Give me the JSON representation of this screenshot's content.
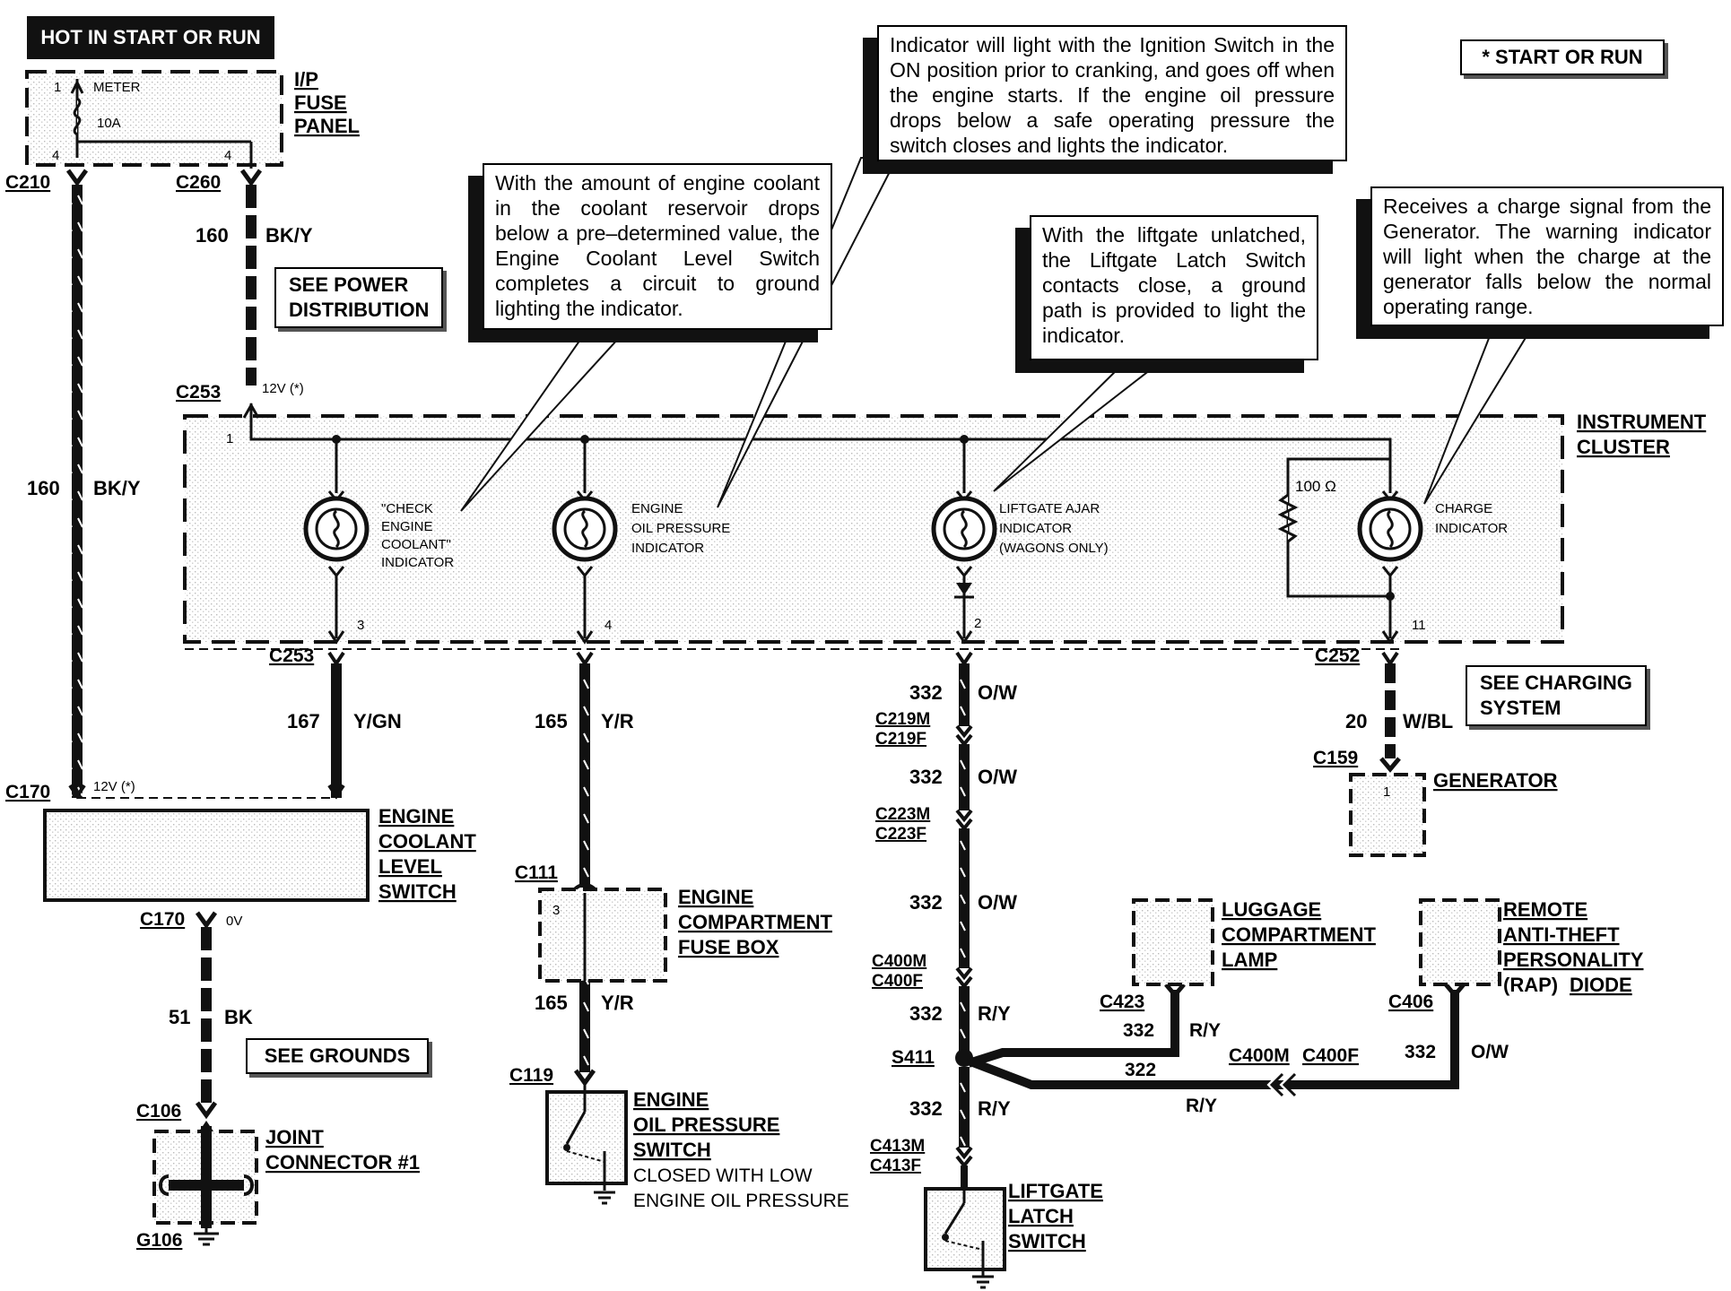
{
  "header_tag": "HOT IN START OR RUN",
  "legend": "*   START OR RUN",
  "notes": {
    "oil": "Indicator will light with the Ignition Switch in the ON position prior to cranking, and goes off when the engine starts.  If the engine oil pressure drops below a safe operating pressure the switch closes and lights the indicator.",
    "coolant": "With the amount of engine coolant in the coolant reservoir drops below a pre–determined value, the Engine Coolant Level Switch completes a circuit to ground lighting the indicator.",
    "liftgate": "With the liftgate unlatched, the Liftgate Latch Switch contacts close, a ground path is provided to light the indicator.",
    "charge": "Receives a charge signal from the Generator.  The warning indicator will light when the charge at the generator falls below the normal operating range."
  },
  "refs": {
    "power": [
      "SEE POWER",
      "DISTRIBUTION"
    ],
    "charging": [
      "SEE CHARGING",
      "SYSTEM"
    ],
    "grounds": "SEE GROUNDS"
  },
  "fuse_panel": {
    "label": [
      "I/P",
      "FUSE",
      "PANEL"
    ],
    "pin_in": "1",
    "meter": "METER",
    "amps": "10A",
    "pin_a": "4",
    "pin_b": "4"
  },
  "connectors": {
    "c210": "C210",
    "c260": "C260",
    "c253_top": "C253",
    "c253_bot": "C253",
    "c252": "C252",
    "c159": "C159",
    "c170_top": "C170",
    "c170_bot": "C170",
    "c106": "C106",
    "g106": "G106",
    "c111": "C111",
    "c119": "C119",
    "c219m": "C219M",
    "c219f": "C219F",
    "c223m": "C223M",
    "c223f": "C223F",
    "c400m": "C400M",
    "c400f": "C400F",
    "s411": "S411",
    "c413m": "C413M",
    "c413f": "C413F",
    "c423": "C423",
    "c406": "C406",
    "c400m_b": "C400M",
    "c400f_b": "C400F"
  },
  "voltages": {
    "c253": "12V (*)",
    "c170": "12V (*)",
    "gnd": "0V"
  },
  "wires": {
    "w160_top_num": "160",
    "w160_top_col": "BK/Y",
    "w160_left_num": "160",
    "w160_left_col": "BK/Y",
    "w167_num": "167",
    "w167_col": "Y/GN",
    "w165_num": "165",
    "w165_col": "Y/R",
    "w165b_num": "165",
    "w165b_col": "Y/R",
    "w51_num": "51",
    "w51_col": "BK",
    "w20_num": "20",
    "w20_col": "W/BL",
    "w332a_num": "332",
    "w332a_col": "O/W",
    "w332b_num": "332",
    "w332b_col": "O/W",
    "w332c_num": "332",
    "w332c_col": "O/W",
    "w332d_num": "332",
    "w332d_col": "R/Y",
    "w332e_num": "332",
    "w332e_col": "R/Y",
    "w332f_num": "332",
    "w332f_col": "R/Y",
    "w332g_num": "332",
    "w332g_col": "O/W",
    "w322_num": "322",
    "w322_col": "R/Y"
  },
  "cluster": {
    "title": [
      "INSTRUMENT",
      "CLUSTER"
    ],
    "pin1": "1",
    "resistor": "100 Ω",
    "ind1": [
      "\"CHECK",
      "ENGINE",
      "COOLANT\"",
      "INDICATOR"
    ],
    "ind1_pin": "3",
    "ind2": [
      "ENGINE",
      "OIL PRESSURE",
      "INDICATOR"
    ],
    "ind2_pin": "4",
    "ind3": [
      "LIFTGATE AJAR",
      "INDICATOR",
      "(WAGONS ONLY)"
    ],
    "ind3_pin": "2",
    "ind4": [
      "CHARGE",
      "INDICATOR"
    ],
    "ind4_pin": "11"
  },
  "components": {
    "coolant_switch": [
      "ENGINE",
      "COOLANT",
      "LEVEL",
      "SWITCH"
    ],
    "joint": [
      "JOINT",
      "CONNECTOR #1"
    ],
    "ecfb": [
      "ENGINE",
      "COMPARTMENT",
      "FUSE BOX"
    ],
    "ecfb_pin": "3",
    "oil_switch": [
      "ENGINE",
      "OIL PRESSURE",
      "SWITCH"
    ],
    "oil_note": [
      "CLOSED WITH LOW",
      "ENGINE OIL PRESSURE"
    ],
    "generator": "GENERATOR",
    "generator_pin": "1",
    "luggage": [
      "LUGGAGE",
      "COMPARTMENT",
      "LAMP"
    ],
    "rap": [
      "REMOTE",
      "ANTI-THEFT",
      "PERSONALITY"
    ],
    "rap_last_a": "(RAP)",
    "rap_last_b": "DIODE",
    "liftgate": [
      "LIFTGATE",
      "LATCH",
      "SWITCH"
    ]
  }
}
